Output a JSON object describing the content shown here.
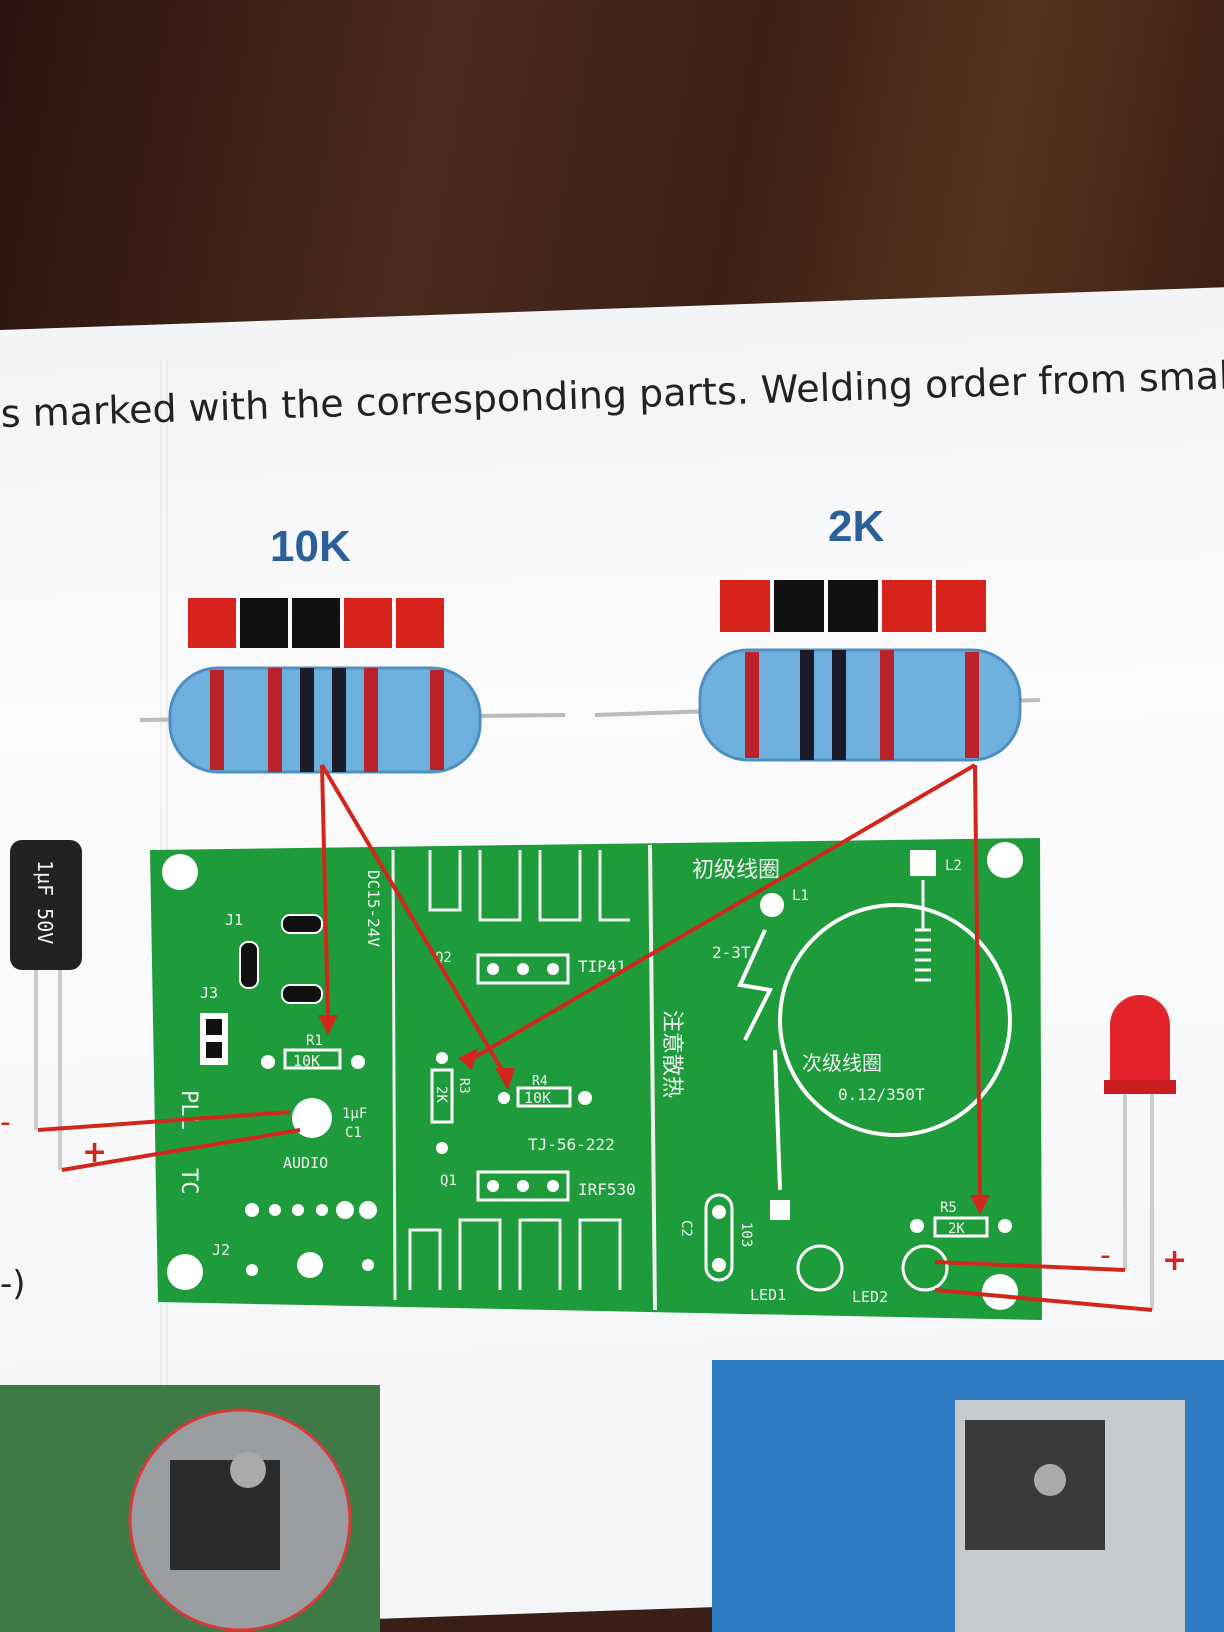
{
  "headline": "s marked with the corresponding parts. Welding order from small",
  "resistors": [
    {
      "label": "10K",
      "bands": [
        "#d8231c",
        "#111111",
        "#111111",
        "#d8231c",
        "#d8231c"
      ]
    },
    {
      "label": "2K",
      "bands": [
        "#d8231c",
        "#111111",
        "#111111",
        "#d8231c",
        "#d8231c"
      ]
    }
  ],
  "capacitor_label": "1µF 50V",
  "pcb_labels": {
    "dc_in": "DC15-24V",
    "j1": "J1",
    "j2": "J2",
    "j3": "J3",
    "pll": "PLL",
    "tc": "TC",
    "r1": "R1",
    "r1_val": "10K",
    "c1": "C1",
    "c1_val": "1µF",
    "audio": "AUDIO",
    "q2": "Q2",
    "tip41": "TIP41",
    "r3": "R3",
    "r3_val": "2K",
    "r4": "R4",
    "r4_val": "10K",
    "tj": "TJ-56-222",
    "q1": "Q1",
    "irf": "IRF530",
    "heatsink_note": "注意散热",
    "primary_coil": "初级线圈",
    "l1": "L1",
    "l2": "L2",
    "turns_primary": "2-3T",
    "secondary_coil": "次级线圈",
    "secondary_spec": "0.12/350T",
    "c2": "C2",
    "c2_val": "103",
    "r5": "R5",
    "r5_val": "2K",
    "led1": "LED1",
    "led2": "LED2"
  },
  "led_polarity": {
    "minus": "-",
    "plus": "+"
  },
  "cap_polarity": {
    "minus": "-",
    "plus": "+"
  },
  "left_margin_text": "-)",
  "colors": {
    "pcb": "#1e9b3a",
    "pcb_dark": "#157a2b",
    "arrow": "#d2261c",
    "resistor_body": "#6fb1de"
  }
}
